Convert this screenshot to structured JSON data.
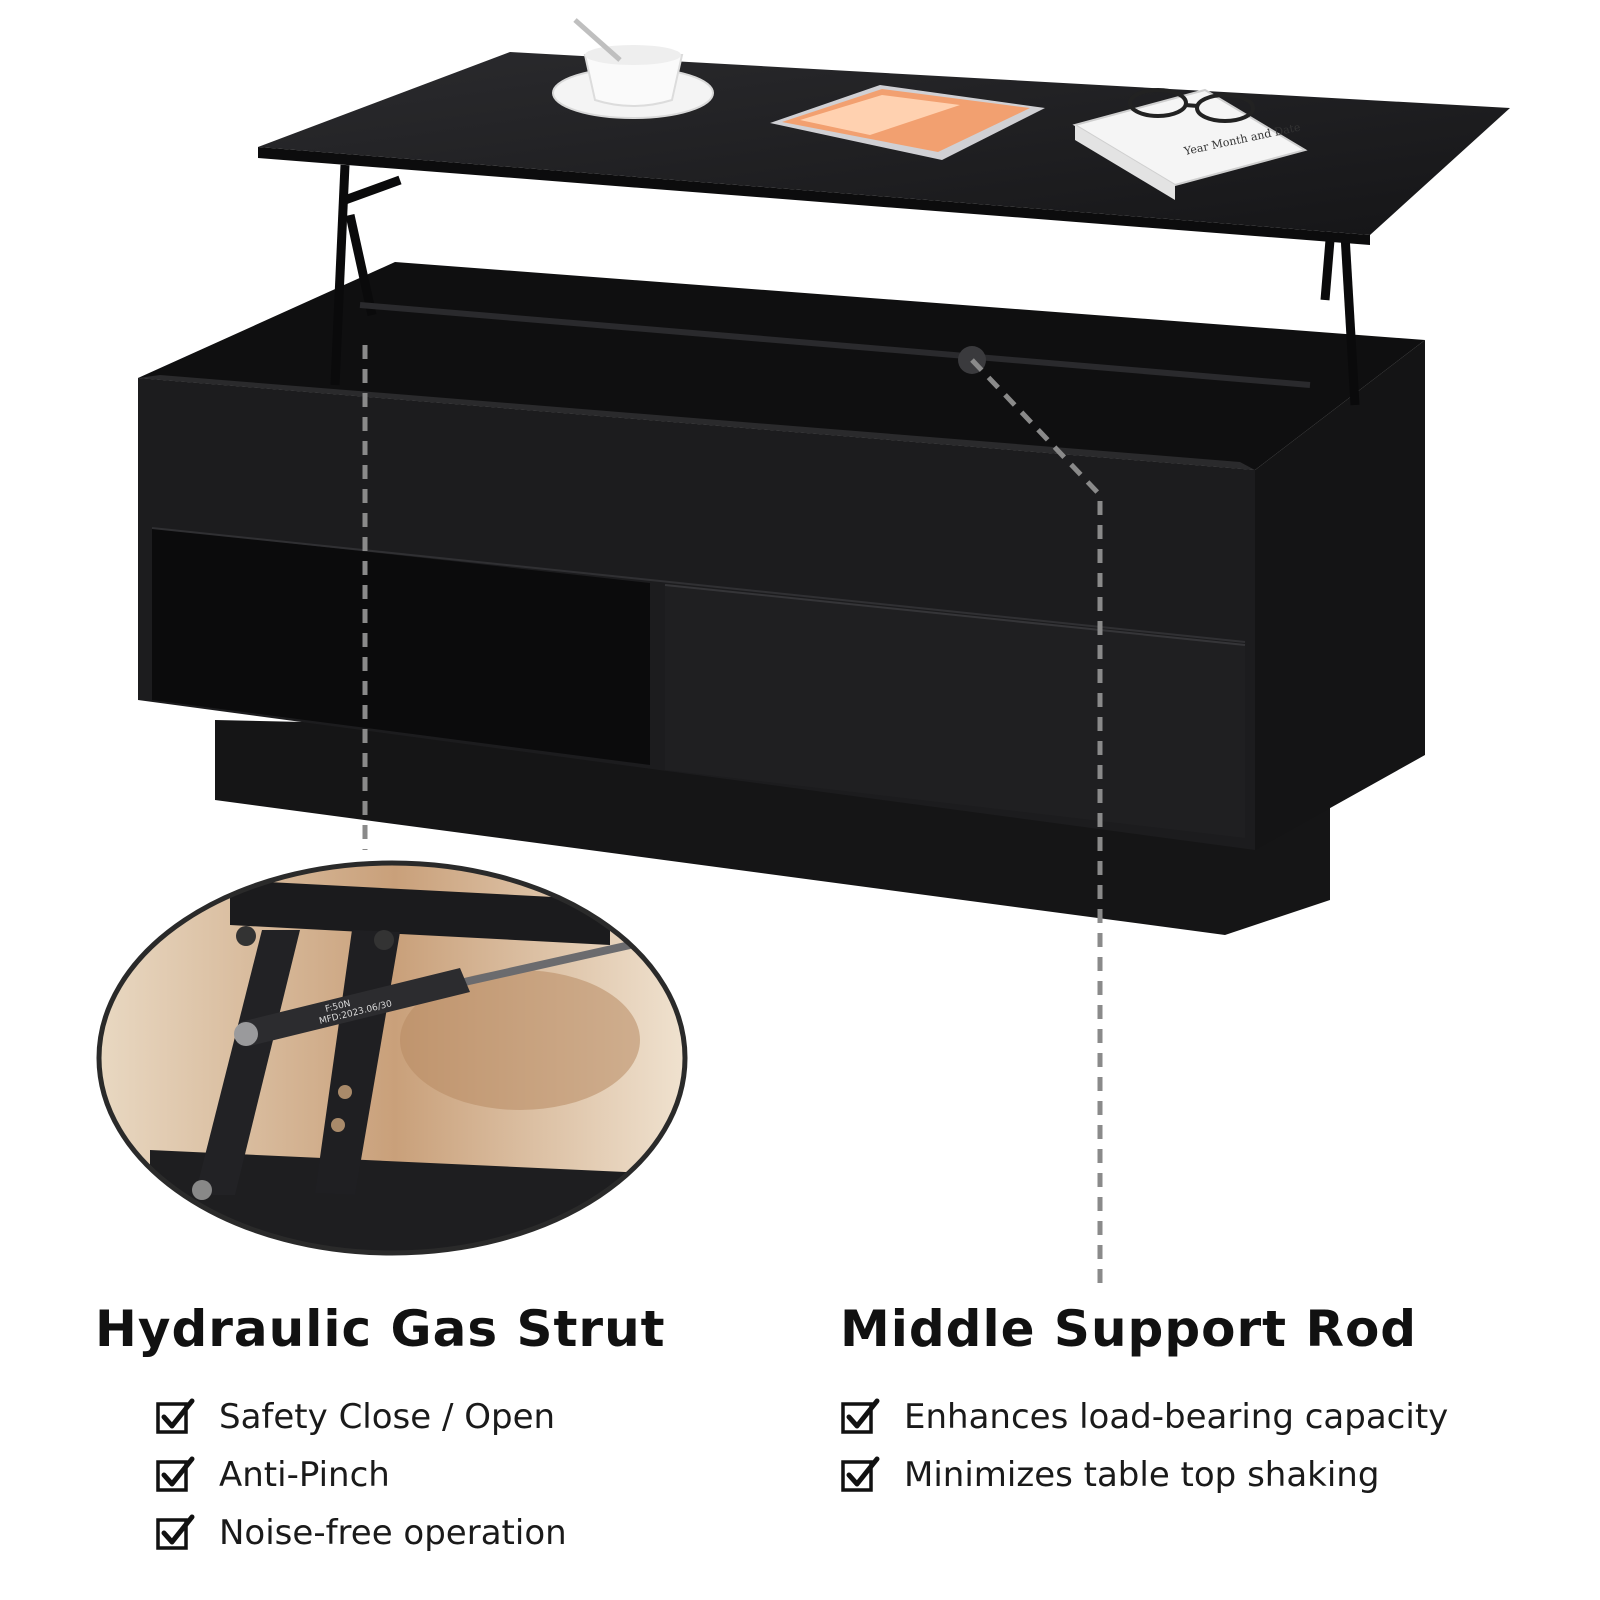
{
  "colors": {
    "table_body": "#1c1c1e",
    "table_top": "#202022",
    "text": "#111111"
  },
  "product_illustration": {
    "items_on_top": [
      "teacup-icon",
      "tablet-icon",
      "book-with-glasses-icon"
    ],
    "book_cover_text": "Year Month and Date",
    "strut_label_line1": "F:50N",
    "strut_label_line2": "MFD:2023.06/30"
  },
  "features": [
    {
      "title": "Hydraulic Gas Strut",
      "items": [
        "Safety Close / Open",
        "Anti-Pinch",
        "Noise-free operation"
      ]
    },
    {
      "title": "Middle Support Rod",
      "items": [
        "Enhances load-bearing capacity",
        "Minimizes table top shaking"
      ]
    }
  ]
}
